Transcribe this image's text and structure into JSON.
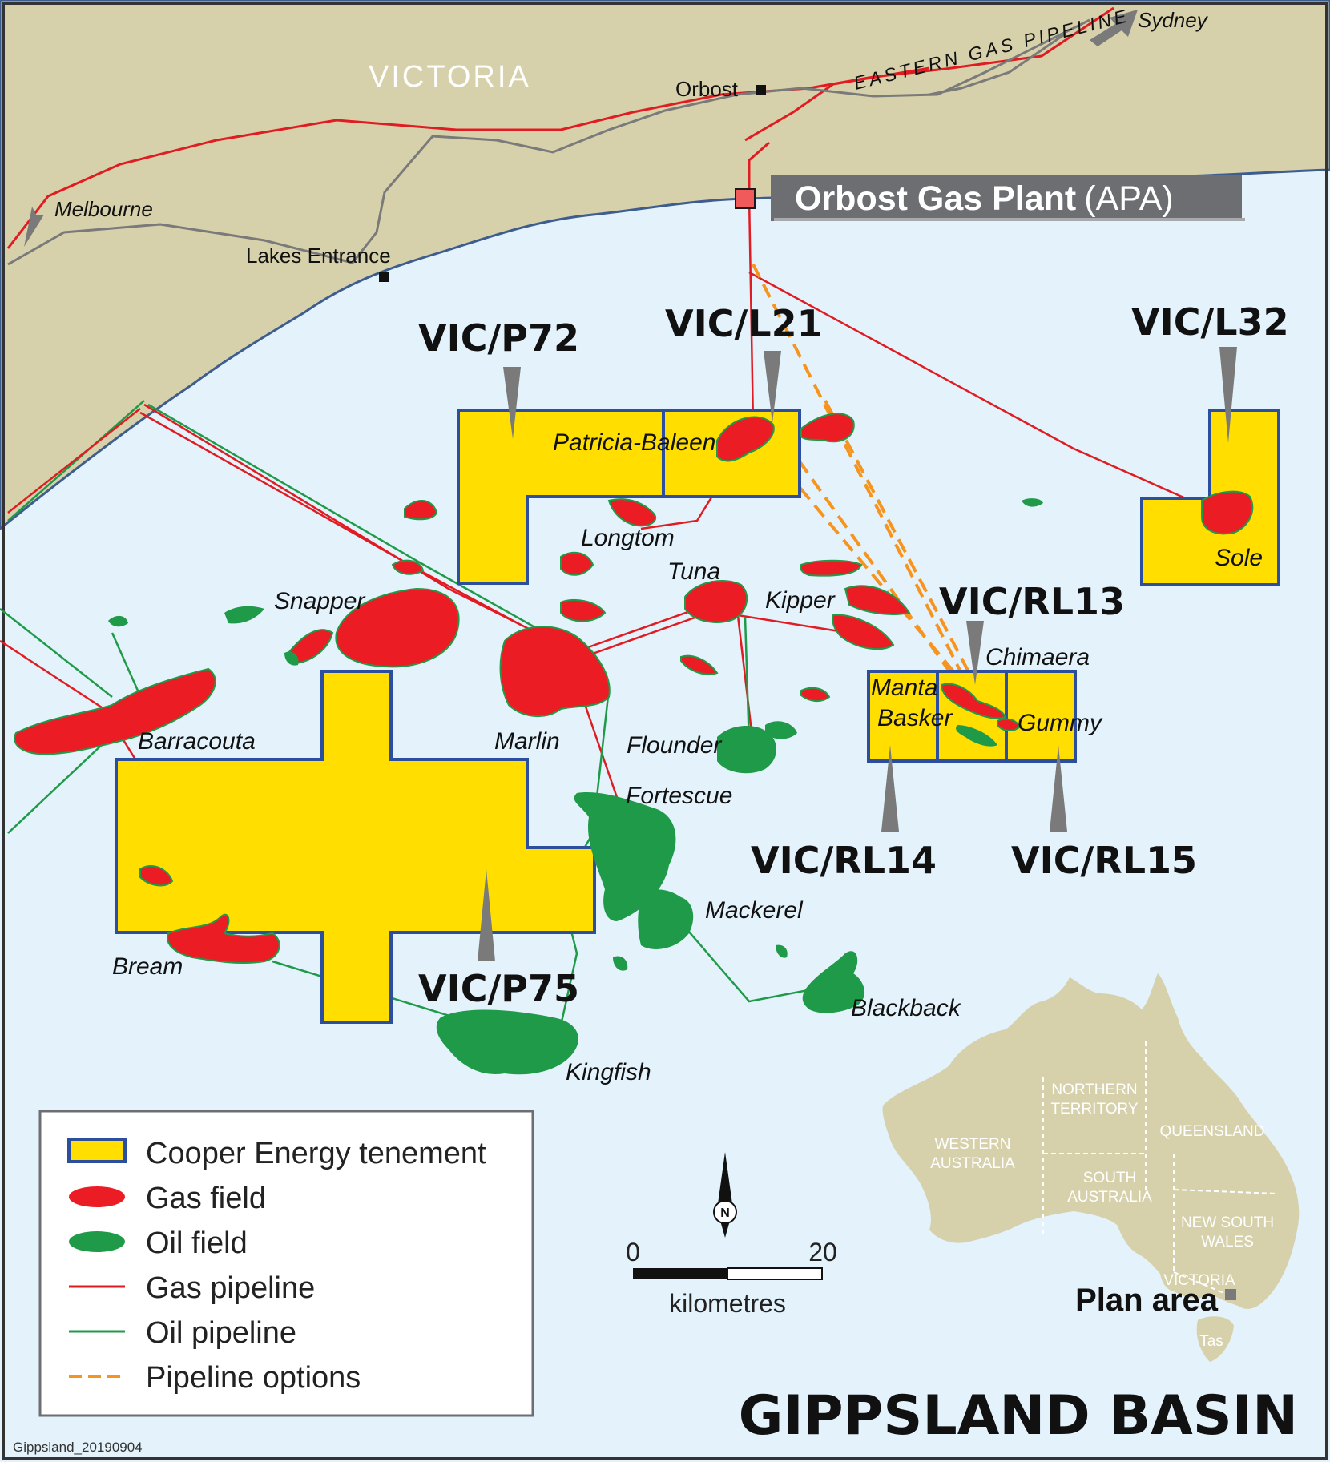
{
  "map": {
    "title": "GIPPSLAND BASIN",
    "image_id": "Gippsland_20190904",
    "region_label": "VICTORIA",
    "colors": {
      "sea": "#e3f2fb",
      "land": "#d7d1ab",
      "tenement_fill": "#ffde00",
      "tenement_stroke": "#2b4f9e",
      "gas": "#ec1c24",
      "oil": "#1f9a48",
      "gas_pipeline": "#e11b22",
      "oil_pipeline": "#1f9a48",
      "pipeline_options": "#f7941d"
    },
    "plant": {
      "name": "Orbost Gas Plant",
      "operator": "(APA)"
    },
    "towns": [
      {
        "id": "orbost",
        "label": "Orbost"
      },
      {
        "id": "lakes",
        "label": "Lakes Entrance"
      },
      {
        "id": "melbourne",
        "label": "Melbourne"
      },
      {
        "id": "sydney",
        "label": "Sydney"
      }
    ],
    "pipeline_label": "EASTERN GAS PIPELINE",
    "tenements": [
      {
        "id": "vicp72",
        "label": "VIC/P72"
      },
      {
        "id": "vicl21",
        "label": "VIC/L21"
      },
      {
        "id": "vicl32",
        "label": "VIC/L32"
      },
      {
        "id": "vicrl13",
        "label": "VIC/RL13"
      },
      {
        "id": "vicrl14",
        "label": "VIC/RL14"
      },
      {
        "id": "vicrl15",
        "label": "VIC/RL15"
      },
      {
        "id": "vicp75",
        "label": "VIC/P75"
      }
    ],
    "fields": [
      {
        "id": "patricia",
        "label": "Patricia-Baleen"
      },
      {
        "id": "longtom",
        "label": "Longtom"
      },
      {
        "id": "tuna",
        "label": "Tuna"
      },
      {
        "id": "kipper",
        "label": "Kipper"
      },
      {
        "id": "snapper",
        "label": "Snapper"
      },
      {
        "id": "marlin",
        "label": "Marlin"
      },
      {
        "id": "barracouta",
        "label": "Barracouta"
      },
      {
        "id": "flounder",
        "label": "Flounder"
      },
      {
        "id": "fortescue",
        "label": "Fortescue"
      },
      {
        "id": "mackerel",
        "label": "Mackerel"
      },
      {
        "id": "blackback",
        "label": "Blackback"
      },
      {
        "id": "bream",
        "label": "Bream"
      },
      {
        "id": "kingfish",
        "label": "Kingfish"
      },
      {
        "id": "chimaera",
        "label": "Chimaera"
      },
      {
        "id": "manta",
        "label": "Manta"
      },
      {
        "id": "basker",
        "label": "Basker"
      },
      {
        "id": "gummy",
        "label": "Gummy"
      },
      {
        "id": "sole",
        "label": "Sole"
      }
    ],
    "legend": [
      {
        "id": "tenement",
        "label": "Cooper Energy tenement"
      },
      {
        "id": "gas_field",
        "label": "Gas field"
      },
      {
        "id": "oil_field",
        "label": "Oil field"
      },
      {
        "id": "gas_pipeline",
        "label": "Gas pipeline"
      },
      {
        "id": "oil_pipeline",
        "label": "Oil pipeline"
      },
      {
        "id": "pipeline_options",
        "label": "Pipeline options"
      }
    ],
    "scale": {
      "start": "0",
      "end": "20",
      "unit": "kilometres"
    },
    "north": "N",
    "inset": {
      "states": [
        {
          "id": "nt1",
          "label": "NORTHERN"
        },
        {
          "id": "nt2",
          "label": "TERRITORY"
        },
        {
          "id": "qld",
          "label": "QUEENSLAND"
        },
        {
          "id": "wa1",
          "label": "WESTERN"
        },
        {
          "id": "wa2",
          "label": "AUSTRALIA"
        },
        {
          "id": "sa1",
          "label": "SOUTH"
        },
        {
          "id": "sa2",
          "label": "AUSTRALIA"
        },
        {
          "id": "nsw1",
          "label": "NEW SOUTH"
        },
        {
          "id": "nsw2",
          "label": "WALES"
        },
        {
          "id": "vic",
          "label": "VICTORIA"
        },
        {
          "id": "tas",
          "label": "Tas"
        }
      ],
      "plan_area": "Plan area"
    }
  }
}
